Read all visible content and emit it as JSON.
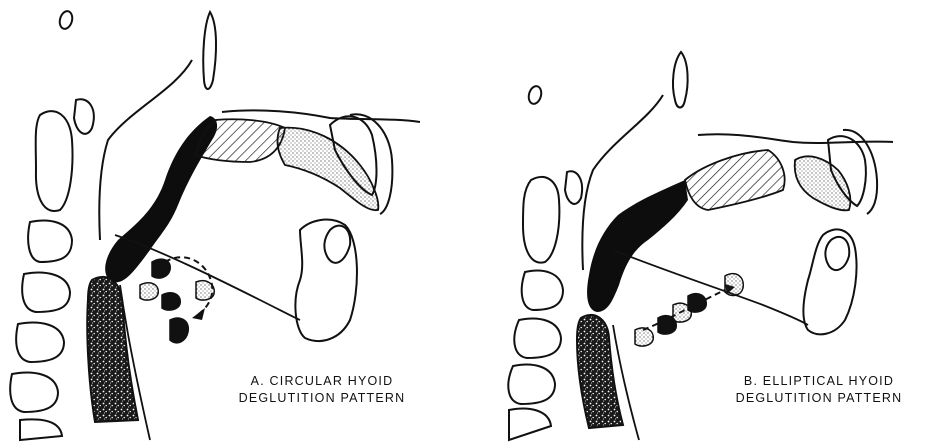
{
  "panels": [
    {
      "id": "A",
      "caption_line1": "A. CIRCULAR HYOID",
      "caption_line2": "DEGLUTITION PATTERN"
    },
    {
      "id": "B",
      "caption_line1": "B. ELLIPTICAL HYOID",
      "caption_line2": "DEGLUTITION PATTERN"
    }
  ],
  "colors": {
    "ink": "#111111",
    "background": "#ffffff",
    "fill_dark": "#0d0d0d",
    "speckle": "#222222"
  }
}
